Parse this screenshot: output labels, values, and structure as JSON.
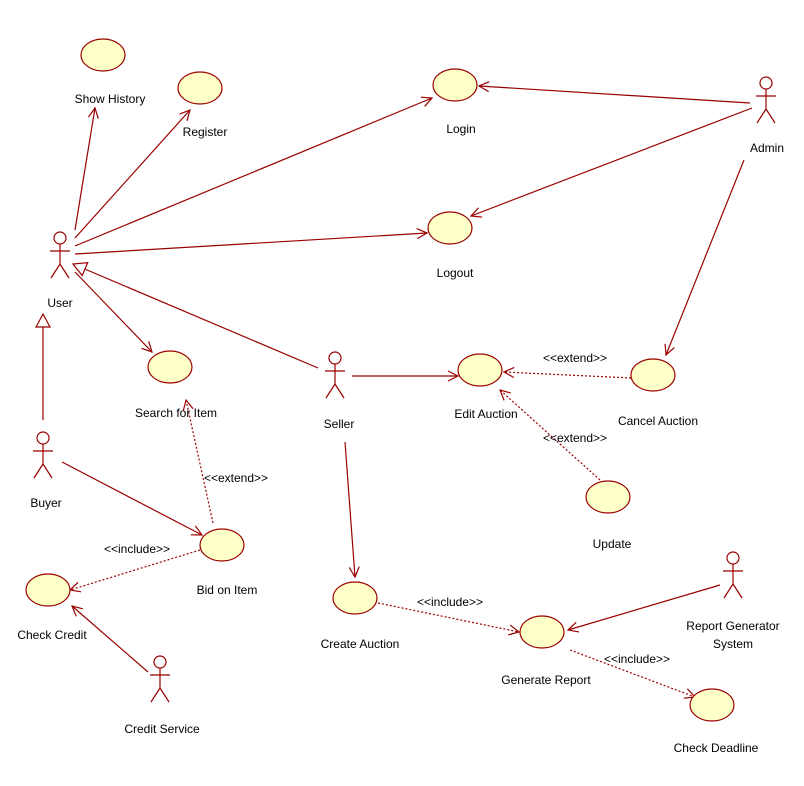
{
  "diagram": {
    "colors": {
      "use_case_fill": "#ffffc8",
      "line": "#990000"
    },
    "use_cases": [
      {
        "id": "show_history",
        "label": "Show History"
      },
      {
        "id": "register",
        "label": "Register"
      },
      {
        "id": "login",
        "label": "Login"
      },
      {
        "id": "logout",
        "label": "Logout"
      },
      {
        "id": "search_item",
        "label": "Search for Item"
      },
      {
        "id": "edit_auction",
        "label": "Edit Auction"
      },
      {
        "id": "cancel_auction",
        "label": "Cancel Auction"
      },
      {
        "id": "update",
        "label": "Update"
      },
      {
        "id": "bid_item",
        "label": "Bid on Item"
      },
      {
        "id": "check_credit",
        "label": "Check Credit"
      },
      {
        "id": "create_auction",
        "label": "Create Auction"
      },
      {
        "id": "generate_report",
        "label": "Generate Report"
      },
      {
        "id": "check_deadline",
        "label": "Check Deadline"
      }
    ],
    "actors": [
      {
        "id": "user",
        "label": "User"
      },
      {
        "id": "admin",
        "label": "Admin"
      },
      {
        "id": "seller",
        "label": "Seller"
      },
      {
        "id": "buyer",
        "label": "Buyer"
      },
      {
        "id": "credit_service",
        "label": "Credit Service"
      },
      {
        "id": "report_generator",
        "label": "Report Generator System"
      }
    ],
    "relations": [
      {
        "id": "r1",
        "type": "association",
        "from": "user",
        "to": "show_history"
      },
      {
        "id": "r2",
        "type": "association",
        "from": "user",
        "to": "register"
      },
      {
        "id": "r3",
        "type": "association",
        "from": "user",
        "to": "login"
      },
      {
        "id": "r4",
        "type": "association",
        "from": "user",
        "to": "logout"
      },
      {
        "id": "r5",
        "type": "association",
        "from": "user",
        "to": "search_item"
      },
      {
        "id": "r6",
        "type": "association",
        "from": "admin",
        "to": "login"
      },
      {
        "id": "r7",
        "type": "association",
        "from": "admin",
        "to": "logout"
      },
      {
        "id": "r8",
        "type": "association",
        "from": "admin",
        "to": "cancel_auction"
      },
      {
        "id": "r9",
        "type": "generalization",
        "from": "seller",
        "to": "user"
      },
      {
        "id": "r10",
        "type": "generalization",
        "from": "buyer",
        "to": "user"
      },
      {
        "id": "r11",
        "type": "association",
        "from": "seller",
        "to": "edit_auction"
      },
      {
        "id": "r12",
        "type": "association",
        "from": "seller",
        "to": "create_auction"
      },
      {
        "id": "r13",
        "type": "association",
        "from": "buyer",
        "to": "bid_item"
      },
      {
        "id": "r14",
        "type": "association",
        "from": "credit_service",
        "to": "check_credit"
      },
      {
        "id": "r15",
        "type": "association",
        "from": "report_generator",
        "to": "generate_report"
      },
      {
        "id": "r16",
        "type": "dependency",
        "from": "cancel_auction",
        "to": "edit_auction",
        "label": "<<extend>>"
      },
      {
        "id": "r17",
        "type": "dependency",
        "from": "update",
        "to": "edit_auction",
        "label": "<<extend>>"
      },
      {
        "id": "r18",
        "type": "dependency",
        "from": "bid_item",
        "to": "search_item",
        "label": "<<extend>>"
      },
      {
        "id": "r19",
        "type": "dependency",
        "from": "bid_item",
        "to": "check_credit",
        "label": "<<include>>"
      },
      {
        "id": "r20",
        "type": "dependency",
        "from": "create_auction",
        "to": "generate_report",
        "label": "<<include>>"
      },
      {
        "id": "r21",
        "type": "dependency",
        "from": "generate_report",
        "to": "check_deadline",
        "label": "<<include>>"
      }
    ]
  }
}
